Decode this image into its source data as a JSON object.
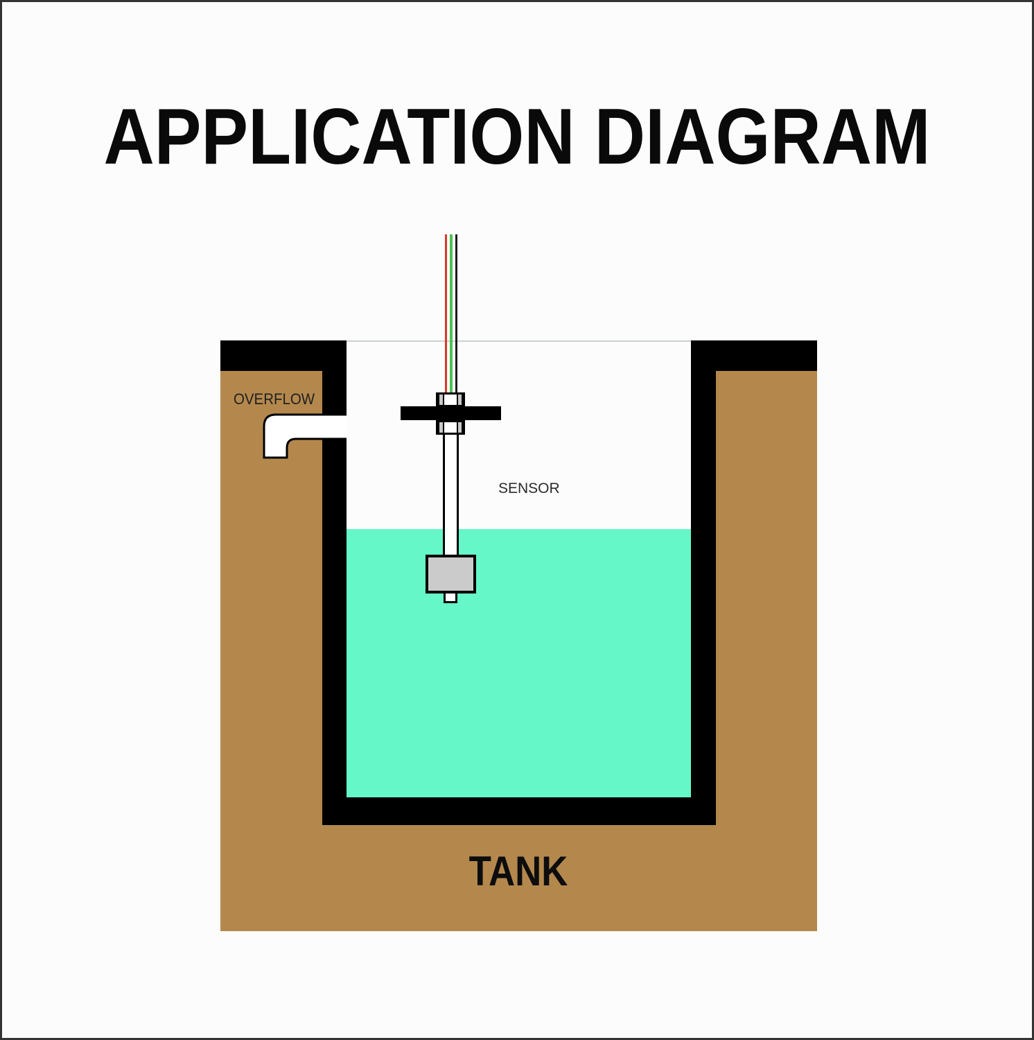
{
  "title": "APPLICATION DIAGRAM",
  "diagram": {
    "labels": {
      "overflow": "OVERFLOW",
      "sensor": "SENSOR",
      "tank": "TANK"
    },
    "colors": {
      "wall_brown": "#B4884D",
      "water_teal": "#66F7C8",
      "lining_black": "#000000",
      "float_gray": "#CBCBCB",
      "pipe_white": "#FFFFFF",
      "wire_red": "#D93A2B",
      "wire_green": "#4CC452",
      "wire_black": "#1A1A1A",
      "background": "#FCFCFC"
    }
  }
}
